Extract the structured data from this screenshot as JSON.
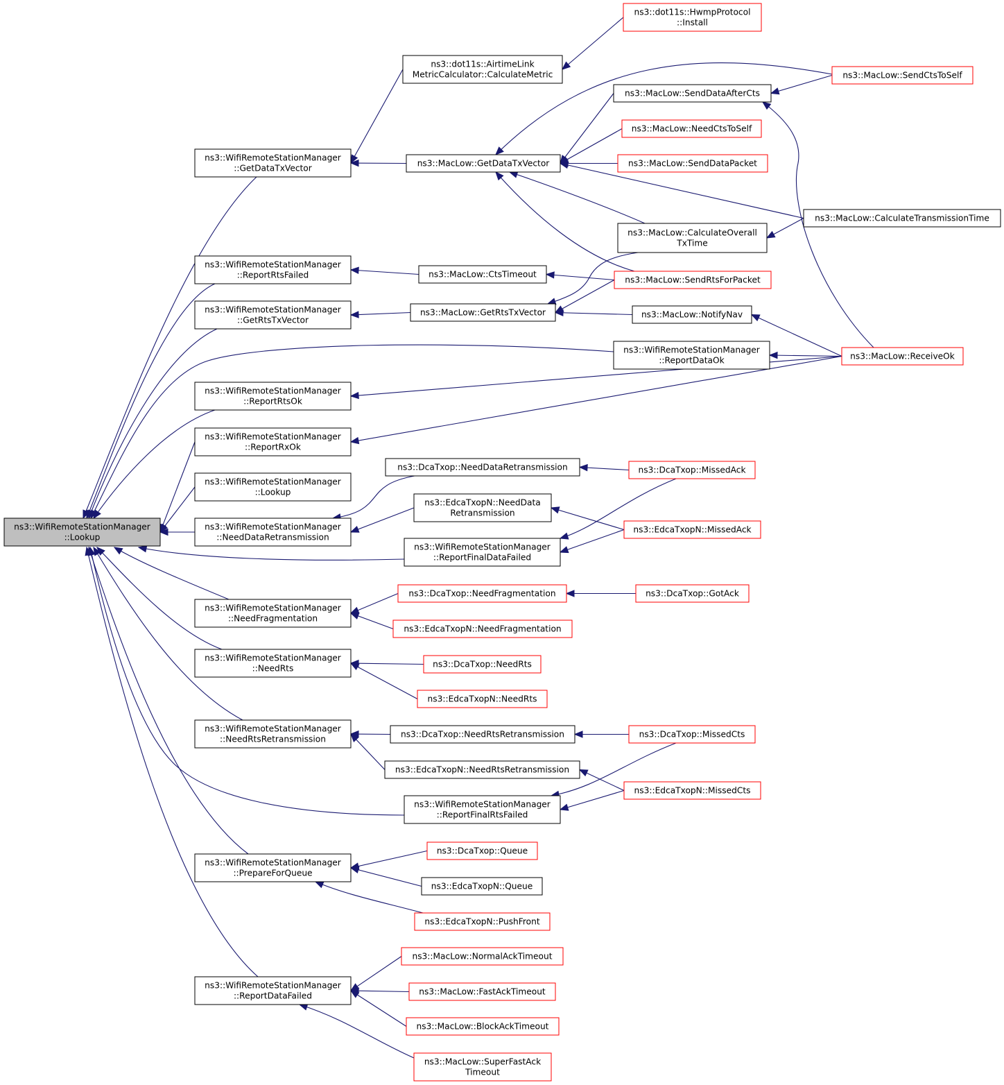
{
  "nodes": [
    {
      "id": "lookup_root",
      "lines": [
        "ns3::WifiRemoteStationManager",
        "::Lookup"
      ],
      "style": "root"
    },
    {
      "id": "getdatatx_wrsm",
      "lines": [
        "ns3::WifiRemoteStationManager",
        "::GetDataTxVector"
      ],
      "style": "black"
    },
    {
      "id": "reportrtsfailed",
      "lines": [
        "ns3::WifiRemoteStationManager",
        "::ReportRtsFailed"
      ],
      "style": "black"
    },
    {
      "id": "getrtstx_wrsm",
      "lines": [
        "ns3::WifiRemoteStationManager",
        "::GetRtsTxVector"
      ],
      "style": "black"
    },
    {
      "id": "reportrtsok",
      "lines": [
        "ns3::WifiRemoteStationManager",
        "::ReportRtsOk"
      ],
      "style": "black"
    },
    {
      "id": "reportrxok",
      "lines": [
        "ns3::WifiRemoteStationManager",
        "::ReportRxOk"
      ],
      "style": "black"
    },
    {
      "id": "lookup2",
      "lines": [
        "ns3::WifiRemoteStationManager",
        "::Lookup"
      ],
      "style": "black"
    },
    {
      "id": "needdataretrans_wrsm",
      "lines": [
        "ns3::WifiRemoteStationManager",
        "::NeedDataRetransmission"
      ],
      "style": "black"
    },
    {
      "id": "needfrag_wrsm",
      "lines": [
        "ns3::WifiRemoteStationManager",
        "::NeedFragmentation"
      ],
      "style": "black"
    },
    {
      "id": "needrts_wrsm",
      "lines": [
        "ns3::WifiRemoteStationManager",
        "::NeedRts"
      ],
      "style": "black"
    },
    {
      "id": "needrtsretrans_wrsm",
      "lines": [
        "ns3::WifiRemoteStationManager",
        "::NeedRtsRetransmission"
      ],
      "style": "black"
    },
    {
      "id": "prepareforqueue",
      "lines": [
        "ns3::WifiRemoteStationManager",
        "::PrepareForQueue"
      ],
      "style": "black"
    },
    {
      "id": "reportdatafailed",
      "lines": [
        "ns3::WifiRemoteStationManager",
        "::ReportDataFailed"
      ],
      "style": "black"
    },
    {
      "id": "airtime",
      "lines": [
        "ns3::dot11s::AirtimeLink",
        "MetricCalculator::CalculateMetric"
      ],
      "style": "black"
    },
    {
      "id": "hwmp",
      "lines": [
        "ns3::dot11s::HwmpProtocol",
        "::Install"
      ],
      "style": "red"
    },
    {
      "id": "macgetdatatx",
      "lines": [
        "ns3::MacLow::GetDataTxVector"
      ],
      "style": "black"
    },
    {
      "id": "senddataaftercts",
      "lines": [
        "ns3::MacLow::SendDataAfterCts"
      ],
      "style": "black"
    },
    {
      "id": "sendctstoself",
      "lines": [
        "ns3::MacLow::SendCtsToSelf"
      ],
      "style": "red"
    },
    {
      "id": "needctstoself",
      "lines": [
        "ns3::MacLow::NeedCtsToSelf"
      ],
      "style": "red"
    },
    {
      "id": "senddatapacket",
      "lines": [
        "ns3::MacLow::SendDataPacket"
      ],
      "style": "red"
    },
    {
      "id": "calctranstime",
      "lines": [
        "ns3::MacLow::CalculateTransmissionTime"
      ],
      "style": "black"
    },
    {
      "id": "calcoverall",
      "lines": [
        "ns3::MacLow::CalculateOverall",
        "TxTime"
      ],
      "style": "black"
    },
    {
      "id": "ctstimeout",
      "lines": [
        "ns3::MacLow::CtsTimeout"
      ],
      "style": "black"
    },
    {
      "id": "sendrtsforpacket",
      "lines": [
        "ns3::MacLow::SendRtsForPacket"
      ],
      "style": "red"
    },
    {
      "id": "macgetrtstx",
      "lines": [
        "ns3::MacLow::GetRtsTxVector"
      ],
      "style": "black"
    },
    {
      "id": "notifynav",
      "lines": [
        "ns3::MacLow::NotifyNav"
      ],
      "style": "black"
    },
    {
      "id": "reportdataok",
      "lines": [
        "ns3::WifiRemoteStationManager",
        "::ReportDataOk"
      ],
      "style": "black"
    },
    {
      "id": "receiveok",
      "lines": [
        "ns3::MacLow::ReceiveOk"
      ],
      "style": "red"
    },
    {
      "id": "dca_needdataretrans",
      "lines": [
        "ns3::DcaTxop::NeedDataRetransmission"
      ],
      "style": "black"
    },
    {
      "id": "dca_missedack",
      "lines": [
        "ns3::DcaTxop::MissedAck"
      ],
      "style": "red"
    },
    {
      "id": "edca_needdataretrans",
      "lines": [
        "ns3::EdcaTxopN::NeedData",
        "Retransmission"
      ],
      "style": "black"
    },
    {
      "id": "edca_missedack",
      "lines": [
        "ns3::EdcaTxopN::MissedAck"
      ],
      "style": "red"
    },
    {
      "id": "reportfinaldatafailed",
      "lines": [
        "ns3::WifiRemoteStationManager",
        "::ReportFinalDataFailed"
      ],
      "style": "black"
    },
    {
      "id": "dca_needfrag",
      "lines": [
        "ns3::DcaTxop::NeedFragmentation"
      ],
      "style": "red"
    },
    {
      "id": "dca_gotack",
      "lines": [
        "ns3::DcaTxop::GotAck"
      ],
      "style": "red"
    },
    {
      "id": "edca_needfrag",
      "lines": [
        "ns3::EdcaTxopN::NeedFragmentation"
      ],
      "style": "red"
    },
    {
      "id": "dca_needrts",
      "lines": [
        "ns3::DcaTxop::NeedRts"
      ],
      "style": "red"
    },
    {
      "id": "edca_needrts",
      "lines": [
        "ns3::EdcaTxopN::NeedRts"
      ],
      "style": "red"
    },
    {
      "id": "dca_needrtsretrans",
      "lines": [
        "ns3::DcaTxop::NeedRtsRetransmission"
      ],
      "style": "black"
    },
    {
      "id": "dca_missedcts",
      "lines": [
        "ns3::DcaTxop::MissedCts"
      ],
      "style": "red"
    },
    {
      "id": "edca_needrtsretrans",
      "lines": [
        "ns3::EdcaTxopN::NeedRtsRetransmission"
      ],
      "style": "black"
    },
    {
      "id": "edca_missedcts",
      "lines": [
        "ns3::EdcaTxopN::MissedCts"
      ],
      "style": "red"
    },
    {
      "id": "reportfinalrtsfailed",
      "lines": [
        "ns3::WifiRemoteStationManager",
        "::ReportFinalRtsFailed"
      ],
      "style": "black"
    },
    {
      "id": "dca_queue",
      "lines": [
        "ns3::DcaTxop::Queue"
      ],
      "style": "red"
    },
    {
      "id": "edca_queue",
      "lines": [
        "ns3::EdcaTxopN::Queue"
      ],
      "style": "black"
    },
    {
      "id": "edca_pushfront",
      "lines": [
        "ns3::EdcaTxopN::PushFront"
      ],
      "style": "red"
    },
    {
      "id": "normalacktimeout",
      "lines": [
        "ns3::MacLow::NormalAckTimeout"
      ],
      "style": "red"
    },
    {
      "id": "fastacktimeout",
      "lines": [
        "ns3::MacLow::FastAckTimeout"
      ],
      "style": "red"
    },
    {
      "id": "blockacktimeout",
      "lines": [
        "ns3::MacLow::BlockAckTimeout"
      ],
      "style": "red"
    },
    {
      "id": "superfastack",
      "lines": [
        "ns3::MacLow::SuperFastAck",
        "Timeout"
      ],
      "style": "red"
    }
  ],
  "edges": [
    {
      "from": "getdatatx_wrsm",
      "to": "lookup_root"
    },
    {
      "from": "reportrtsfailed",
      "to": "lookup_root"
    },
    {
      "from": "getrtstx_wrsm",
      "to": "lookup_root"
    },
    {
      "from": "reportdataok",
      "to": "lookup_root"
    },
    {
      "from": "reportrtsok",
      "to": "lookup_root"
    },
    {
      "from": "reportrxok",
      "to": "lookup_root"
    },
    {
      "from": "lookup2",
      "to": "lookup_root"
    },
    {
      "from": "needdataretrans_wrsm",
      "to": "lookup_root"
    },
    {
      "from": "reportfinaldatafailed",
      "to": "lookup_root"
    },
    {
      "from": "needfrag_wrsm",
      "to": "lookup_root"
    },
    {
      "from": "needrts_wrsm",
      "to": "lookup_root"
    },
    {
      "from": "needrtsretrans_wrsm",
      "to": "lookup_root"
    },
    {
      "from": "reportfinalrtsfailed",
      "to": "lookup_root"
    },
    {
      "from": "prepareforqueue",
      "to": "lookup_root"
    },
    {
      "from": "reportdatafailed",
      "to": "lookup_root"
    },
    {
      "from": "airtime",
      "to": "getdatatx_wrsm"
    },
    {
      "from": "hwmp",
      "to": "airtime"
    },
    {
      "from": "macgetdatatx",
      "to": "getdatatx_wrsm"
    },
    {
      "from": "sendctstoself",
      "to": "macgetdatatx"
    },
    {
      "from": "senddataaftercts",
      "to": "macgetdatatx"
    },
    {
      "from": "needctstoself",
      "to": "macgetdatatx"
    },
    {
      "from": "senddatapacket",
      "to": "macgetdatatx"
    },
    {
      "from": "calctranstime",
      "to": "macgetdatatx"
    },
    {
      "from": "calcoverall",
      "to": "macgetdatatx"
    },
    {
      "from": "sendrtsforpacket",
      "to": "macgetdatatx"
    },
    {
      "from": "sendctstoself",
      "to": "senddataaftercts"
    },
    {
      "from": "receiveok",
      "to": "senddataaftercts"
    },
    {
      "from": "calctranstime",
      "to": "calcoverall"
    },
    {
      "from": "ctstimeout",
      "to": "reportrtsfailed"
    },
    {
      "from": "sendrtsforpacket",
      "to": "ctstimeout"
    },
    {
      "from": "macgetrtstx",
      "to": "getrtstx_wrsm"
    },
    {
      "from": "calcoverall",
      "to": "macgetrtstx"
    },
    {
      "from": "sendrtsforpacket",
      "to": "macgetrtstx"
    },
    {
      "from": "notifynav",
      "to": "macgetrtstx"
    },
    {
      "from": "receiveok",
      "to": "notifynav"
    },
    {
      "from": "receiveok",
      "to": "reportdataok"
    },
    {
      "from": "receiveok",
      "to": "reportrtsok"
    },
    {
      "from": "receiveok",
      "to": "reportrxok"
    },
    {
      "from": "dca_needdataretrans",
      "to": "needdataretrans_wrsm"
    },
    {
      "from": "edca_needdataretrans",
      "to": "needdataretrans_wrsm"
    },
    {
      "from": "dca_missedack",
      "to": "dca_needdataretrans"
    },
    {
      "from": "edca_missedack",
      "to": "edca_needdataretrans"
    },
    {
      "from": "dca_missedack",
      "to": "reportfinaldatafailed"
    },
    {
      "from": "edca_missedack",
      "to": "reportfinaldatafailed"
    },
    {
      "from": "dca_needfrag",
      "to": "needfrag_wrsm"
    },
    {
      "from": "edca_needfrag",
      "to": "needfrag_wrsm"
    },
    {
      "from": "dca_gotack",
      "to": "dca_needfrag"
    },
    {
      "from": "dca_needrts",
      "to": "needrts_wrsm"
    },
    {
      "from": "edca_needrts",
      "to": "needrts_wrsm"
    },
    {
      "from": "dca_needrtsretrans",
      "to": "needrtsretrans_wrsm"
    },
    {
      "from": "edca_needrtsretrans",
      "to": "needrtsretrans_wrsm"
    },
    {
      "from": "dca_missedcts",
      "to": "dca_needrtsretrans"
    },
    {
      "from": "edca_missedcts",
      "to": "edca_needrtsretrans"
    },
    {
      "from": "dca_missedcts",
      "to": "reportfinalrtsfailed"
    },
    {
      "from": "edca_missedcts",
      "to": "reportfinalrtsfailed"
    },
    {
      "from": "dca_queue",
      "to": "prepareforqueue"
    },
    {
      "from": "edca_queue",
      "to": "prepareforqueue"
    },
    {
      "from": "edca_pushfront",
      "to": "prepareforqueue"
    },
    {
      "from": "normalacktimeout",
      "to": "reportdatafailed"
    },
    {
      "from": "fastacktimeout",
      "to": "reportdatafailed"
    },
    {
      "from": "blockacktimeout",
      "to": "reportdatafailed"
    },
    {
      "from": "superfastack",
      "to": "reportdatafailed"
    }
  ],
  "colors": {
    "edge": "#191970",
    "red_border": "#ff0000",
    "black_border": "#000000",
    "root_fill": "#bfbfbf"
  }
}
